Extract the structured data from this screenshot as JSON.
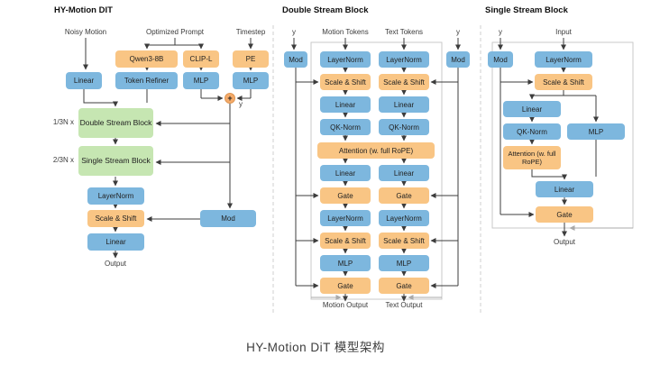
{
  "caption": "HY-Motion DiT 模型架构",
  "colors": {
    "blue": "#7db7de",
    "orange": "#f9c584",
    "green": "#c6e6b2",
    "plus": "#f5ab6a"
  },
  "left": {
    "title": "HY-Motion DIT",
    "labels": {
      "noisy_motion": "Noisy Motion",
      "optimized_prompt": "Optimized Prompt",
      "timestep": "Timestep",
      "plus": "+",
      "y": "y",
      "repeat_double": "1/3N x",
      "repeat_single": "2/3N x",
      "output": "Output"
    },
    "nodes": {
      "qwen": "Qwen3-8B",
      "clip": "CLIP-L",
      "pe": "PE",
      "linear_in": "Linear",
      "token_refiner": "Token Refiner",
      "mlp_clip": "MLP",
      "mlp_pe": "MLP",
      "double_stream": "Double Stream Block",
      "single_stream": "Single Stream Block",
      "layernorm": "LayerNorm",
      "scale_shift": "Scale & Shift",
      "linear_out": "Linear",
      "mod": "Mod"
    }
  },
  "double": {
    "title": "Double Stream Block",
    "labels": {
      "y_left": "y",
      "motion_tokens": "Motion Tokens",
      "text_tokens": "Text Tokens",
      "y_right": "y",
      "motion_output": "Motion Output",
      "text_output": "Text Output"
    },
    "mod_left": "Mod",
    "mod_right": "Mod",
    "attention": "Attention (w. full RoPE)",
    "motion_col": [
      "LayerNorm",
      "Scale & Shift",
      "Linear",
      "QK-Norm",
      "Linear",
      "Gate",
      "LayerNorm",
      "Scale & Shift",
      "MLP",
      "Gate"
    ],
    "text_col": [
      "LayerNorm",
      "Scale & Shift",
      "Linear",
      "QK-Norm",
      "Linear",
      "Gate",
      "LayerNorm",
      "Scale & Shift",
      "MLP",
      "Gate"
    ]
  },
  "single": {
    "title": "Single Stream Block",
    "labels": {
      "y": "y",
      "input": "Input",
      "output": "Output"
    },
    "nodes": {
      "mod": "Mod",
      "layernorm": "LayerNorm",
      "scale_shift": "Scale & Shift",
      "linear_a": "Linear",
      "qk_norm": "QK-Norm",
      "mlp": "MLP",
      "attention": "Attention (w. full RoPE)",
      "linear_b": "Linear",
      "gate": "Gate"
    }
  }
}
